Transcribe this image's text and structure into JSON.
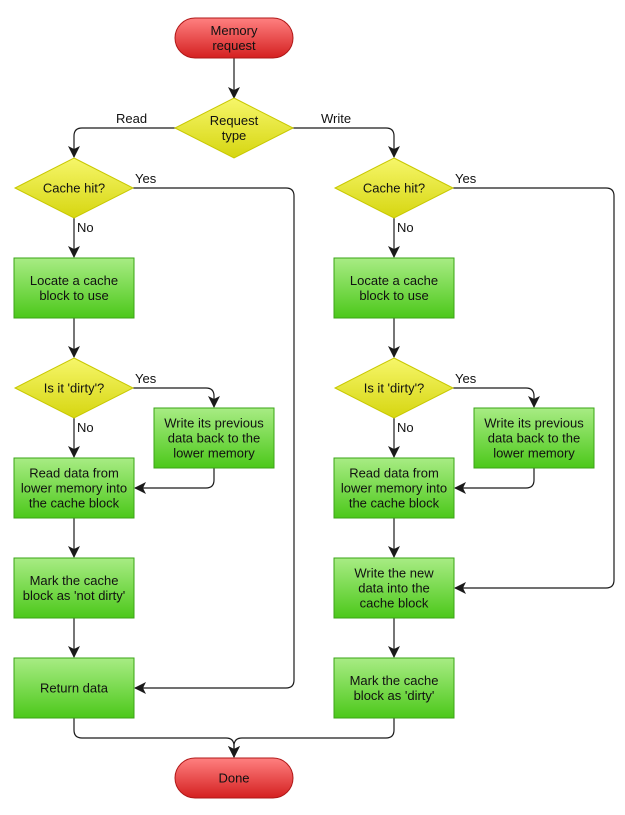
{
  "nodes": {
    "start": [
      "Memory",
      "request"
    ],
    "request_type": [
      "Request",
      "type"
    ],
    "read_cache_hit": [
      "Cache hit?"
    ],
    "read_locate": [
      "Locate a cache",
      "block to use"
    ],
    "read_dirty": [
      "Is it 'dirty'?"
    ],
    "read_writeback": [
      "Write its previous",
      "data back to the",
      "lower memory"
    ],
    "read_readdata": [
      "Read data from",
      "lower memory into",
      "the cache block"
    ],
    "read_mark": [
      "Mark the cache",
      "block as 'not dirty'"
    ],
    "read_return": [
      "Return data"
    ],
    "write_cache_hit": [
      "Cache hit?"
    ],
    "write_locate": [
      "Locate a cache",
      "block to use"
    ],
    "write_dirty": [
      "Is it 'dirty'?"
    ],
    "write_writeback": [
      "Write its previous",
      "data back to the",
      "lower memory"
    ],
    "write_readdata": [
      "Read data from",
      "lower memory into",
      "the cache block"
    ],
    "write_newdata": [
      "Write the new",
      "data into the",
      "cache block"
    ],
    "write_mark": [
      "Mark the cache",
      "block as 'dirty'"
    ],
    "done": [
      "Done"
    ]
  },
  "edge_labels": {
    "read": "Read",
    "write": "Write",
    "read_hit_yes": "Yes",
    "read_hit_no": "No",
    "read_dirty_yes": "Yes",
    "read_dirty_no": "No",
    "write_hit_yes": "Yes",
    "write_hit_no": "No",
    "write_dirty_yes": "Yes",
    "write_dirty_no": "No"
  },
  "colors": {
    "terminal_fill": "#e03a3a",
    "decision_fill": "#e6e61a",
    "process_fill": "#5fd32a",
    "line": "#1a1a1a"
  }
}
